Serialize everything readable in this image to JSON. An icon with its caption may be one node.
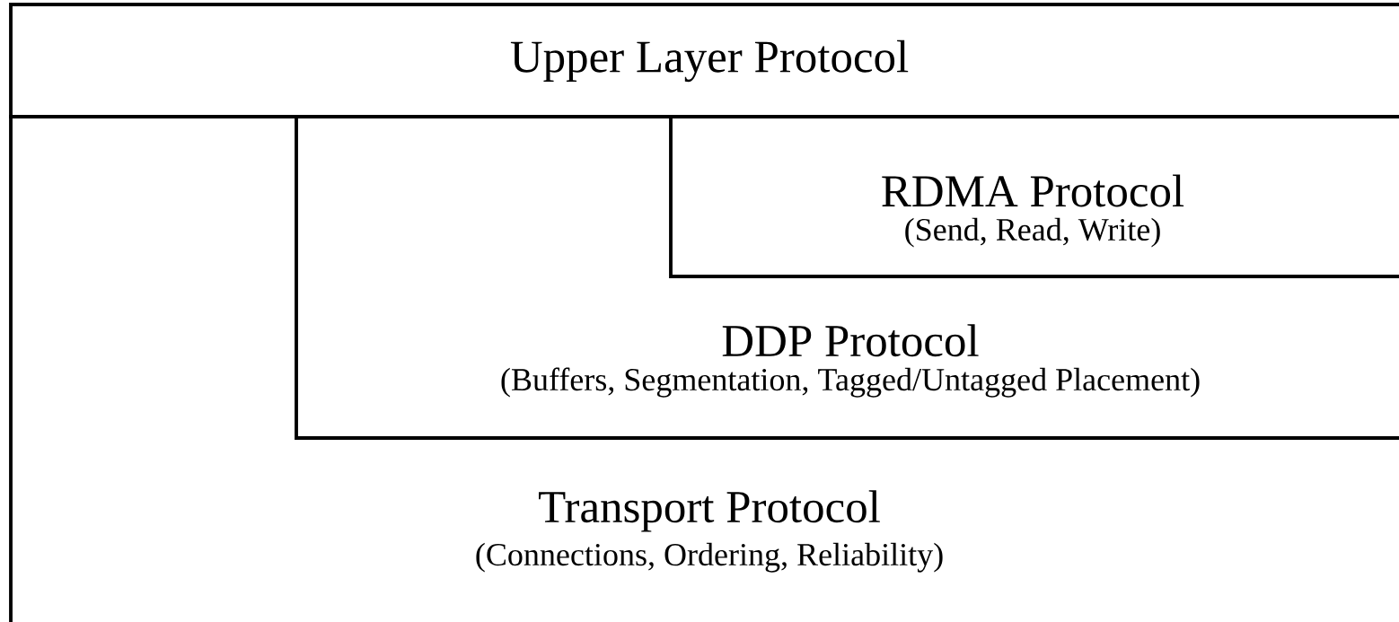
{
  "diagram": {
    "nodes": [
      {
        "text": [
          "Upper Layer Protocol"
        ]
      },
      {
        "text": [
          "Transport Protocol",
          "(Connections, Ordering, Reliability)"
        ]
      },
      {
        "text": [
          "DDP Protocol",
          "(Buffers, Segmentation, Tagged/Untagged Placement)"
        ]
      },
      {
        "text": [
          "RDMA Protocol",
          "(Send, Read, Write)"
        ],
        "in": 2
      }
    ]
  }
}
